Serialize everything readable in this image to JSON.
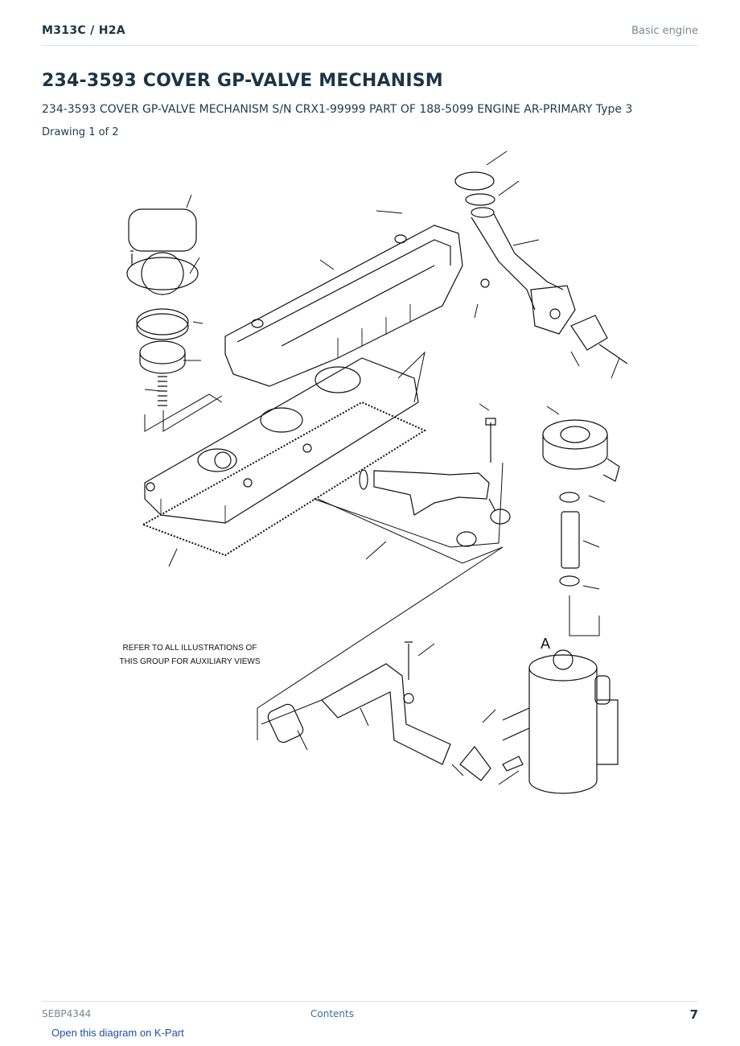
{
  "header": {
    "model": "M313C  /  H2A",
    "section": "Basic engine"
  },
  "title": "234-3593 COVER GP-VALVE MECHANISM",
  "subtitle": "234-3593 COVER GP-VALVE MECHANISM S/N CRX1-99999 PART OF 188-5099 ENGINE AR-PRIMARY Type 3",
  "drawing_info": "Drawing 1 of 2",
  "diagram": {
    "note_line1": "REFER TO ALL ILLUSTRATIONS OF",
    "note_line2": "THIS GROUP FOR AUXILIARY VIEWS",
    "view_label": "A"
  },
  "footer": {
    "doc_number": "SEBP4344",
    "contents_link": "Contents",
    "page_number": "7"
  },
  "kpart_link": "Open this diagram on K-Part"
}
